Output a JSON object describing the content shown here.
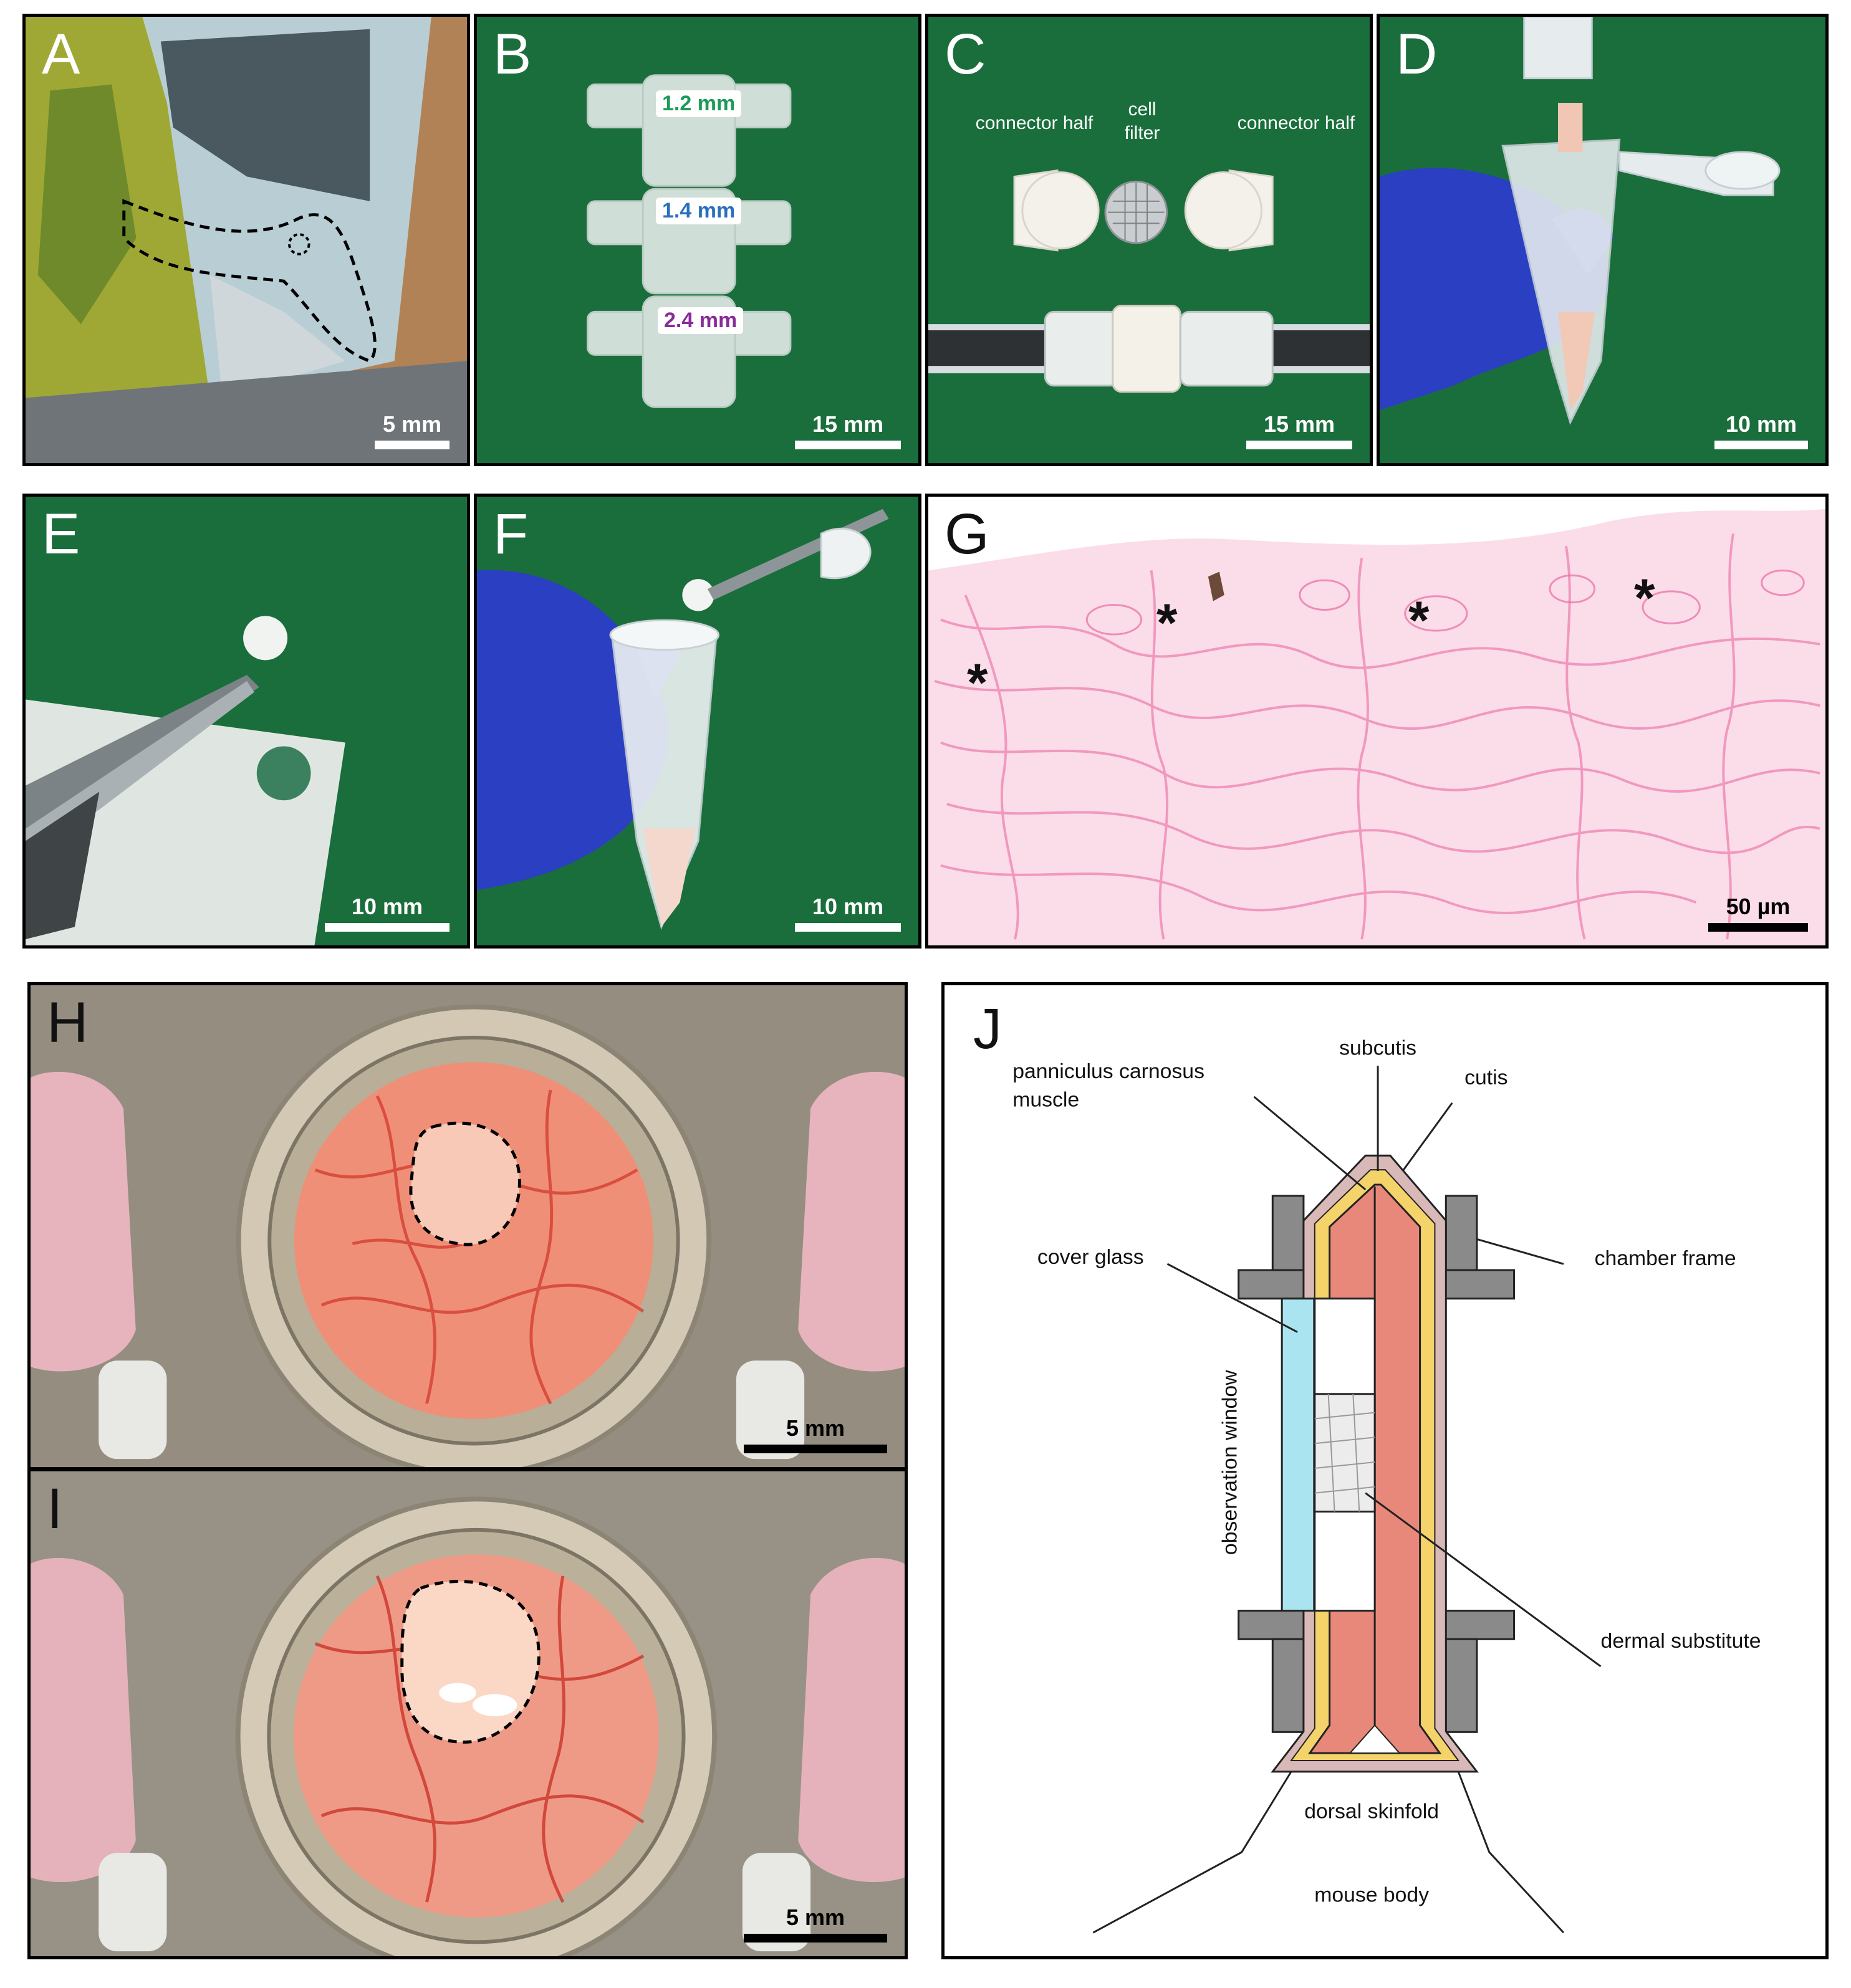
{
  "panels": {
    "A": {
      "label": "A",
      "scale": "5 mm"
    },
    "B": {
      "label": "B",
      "scale": "15 mm",
      "sizes": [
        "1.2 mm",
        "1.4 mm",
        "2.4 mm"
      ]
    },
    "C": {
      "label": "C",
      "scale": "15 mm",
      "left": "connector half",
      "middle": "cell\nfilter",
      "right": "connector half"
    },
    "D": {
      "label": "D",
      "scale": "10 mm"
    },
    "E": {
      "label": "E",
      "scale": "10 mm"
    },
    "F": {
      "label": "F",
      "scale": "10 mm"
    },
    "G": {
      "label": "G",
      "scale": "50 µm",
      "marker": "*"
    },
    "H": {
      "label": "H",
      "scale": "5 mm"
    },
    "I": {
      "label": "I",
      "scale": "5 mm"
    },
    "J": {
      "label": "J",
      "labels": {
        "subcutis": "subcutis",
        "panniculus": "panniculus carnosus\nmuscle",
        "cutis": "cutis",
        "cover_glass": "cover glass",
        "chamber_frame": "chamber frame",
        "observation_window": "observation window",
        "dermal_substitute": "dermal substitute",
        "dorsal_skinfold": "dorsal skinfold",
        "mouse_body": "mouse body"
      }
    }
  },
  "colors": {
    "green_bg": "#1a6e3c",
    "muscle": "#e8887a",
    "cutis": "#d9b8b8",
    "subcutis": "#f4d36a",
    "glass": "#a9e4f0",
    "frame": "#8a8a8a",
    "stain": "#f29ac0"
  }
}
